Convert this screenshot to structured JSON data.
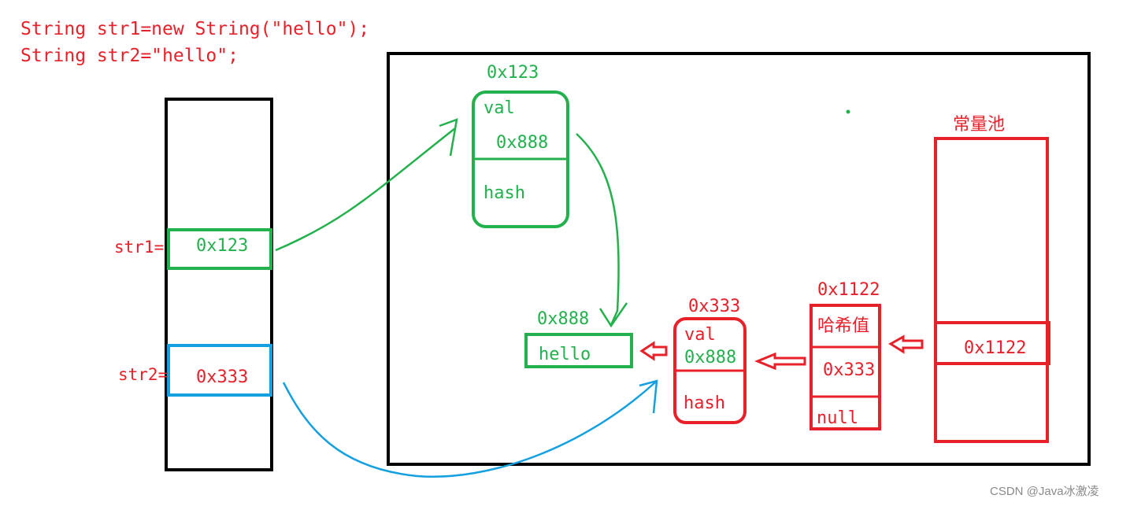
{
  "colors": {
    "red": "#e8202a",
    "green": "#22b14c",
    "blue": "#14a0e0",
    "black": "#000000",
    "watermark": "#8a8a8a"
  },
  "code": {
    "line1": "String str1=new String(\"hello\");",
    "line2": "String str2=\"hello\";"
  },
  "stack": {
    "str1_label": "str1=",
    "str1_value": "0x123",
    "str2_label": "str2=",
    "str2_value": "0x333"
  },
  "heap": {
    "obj1": {
      "address": "0x123",
      "field_val": "val",
      "val_ref": "0x888",
      "field_hash": "hash"
    },
    "char_array": {
      "address": "0x888",
      "content": "hello"
    },
    "obj2": {
      "address": "0x333",
      "field_val": "val",
      "val_ref": "0x888",
      "field_hash": "hash"
    },
    "node": {
      "address": "0x1122",
      "hash_label": "哈希值",
      "ref": "0x333",
      "next": "null"
    },
    "pool": {
      "title": "常量池",
      "entry": "0x1122"
    }
  },
  "watermark": "CSDN @Java冰激凌"
}
